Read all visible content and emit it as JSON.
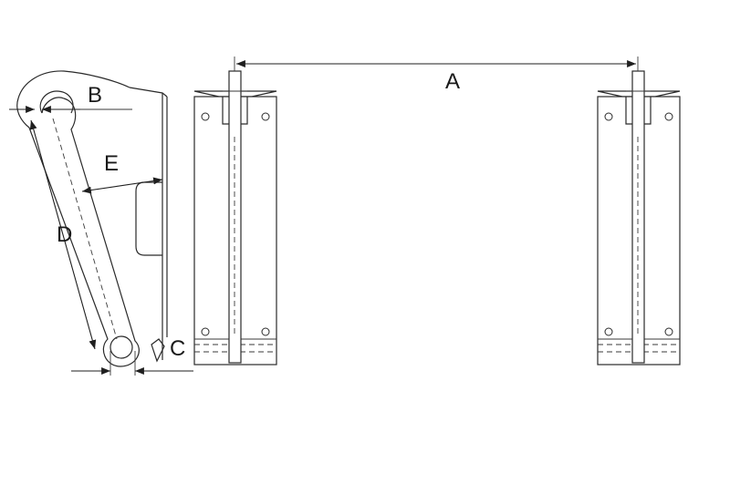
{
  "dimension_labels": {
    "a": "A",
    "b": "B",
    "c": "C",
    "d": "D",
    "e": "E"
  },
  "colors": {
    "line": "#2a2a2a",
    "background": "#ffffff"
  }
}
